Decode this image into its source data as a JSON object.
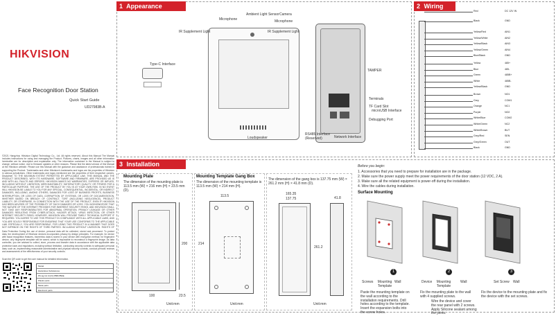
{
  "cover": {
    "brand": "HIKVISION",
    "title": "Face Recognition Door Station",
    "subtitle": "Quick Start Guide",
    "doc_id": "UD27983B-A",
    "legal_text": "©2021 Hangzhou Hikvision Digital Technology Co., Ltd. All rights reserved. About this Manual The Manual includes instructions for using and managing the Product. Pictures, charts, images and all other information hereinafter are for description and explanation only. The information contained in the Manual is subject to change, without notice, due to firmware updates or other reasons. Please find the latest version of this Manual at the Hikvision website. Please use this Manual with the guidance and assistance of professionals trained in supporting the Product. Trademarks and other Hikvision's trademarks and logos are the properties of Hikvision in various jurisdictions. Other trademarks and logos mentioned are the properties of their respective owners. Disclaimer TO THE MAXIMUM EXTENT PERMITTED BY APPLICABLE LAW, THIS MANUAL AND THE PRODUCT DESCRIBED, WITH ITS HARDWARE, SOFTWARE AND FIRMWARE, ARE PROVIDED AS IS AND WITH ALL FAULTS AND ERRORS. HIKVISION MAKES NO WARRANTIES, EXPRESS OR IMPLIED, INCLUDING WITHOUT LIMITATION, MERCHANTABILITY, SATISFACTORY QUALITY, OR FITNESS FOR A PARTICULAR PURPOSE. THE USE OF THE PRODUCT BY YOU IS AT YOUR OWN RISK. IN NO EVENT WILL HIKVISION BE LIABLE TO YOU FOR ANY SPECIAL, CONSEQUENTIAL, INCIDENTAL, OR INDIRECT DAMAGES, INCLUDING, AMONG OTHERS, DAMAGES FOR LOSS OF BUSINESS PROFITS, BUSINESS INTERRUPTION, OR LOSS OF DATA, CORRUPTION OF SYSTEMS, OR LOSS OF DOCUMENTATION, WHETHER BASED ON BREACH OF CONTRACT, TORT (INCLUDING NEGLIGENCE), PRODUCT LIABILITY, OR OTHERWISE, IN CONNECTION WITH THE USE OF THE PRODUCT, EVEN IF HIKVISION HAS BEEN ADVISED OF THE POSSIBILITY OF SUCH DAMAGES OR LOSS. YOU ACKNOWLEDGE THAT THE NATURE OF THE INTERNET PROVIDES FOR INHERENT SECURITY RISKS, AND HIKVISION SHALL NOT TAKE ANY RESPONSIBILITIES FOR ABNORMAL OPERATION, PRIVACY LEAKAGE OR OTHER DAMAGES RESULTING FROM CYBER-ATTACK, HACKER ATTACK, VIRUS INFECTION, OR OTHER INTERNET SECURITY RISKS; HOWEVER, HIKVISION WILL PROVIDE TIMELY TECHNICAL SUPPORT IF REQUIRED. YOU AGREE TO USE THIS PRODUCT IN COMPLIANCE WITH ALL APPLICABLE LAWS, AND YOU ARE SOLELY RESPONSIBLE FOR ENSURING THAT YOUR USE CONFORMS TO THE APPLICABLE LAW. ESPECIALLY, YOU ARE RESPONSIBLE, FOR USING THIS PRODUCT IN A MANNER THAT DOES NOT INFRINGE ON THE RIGHTS OF THIRD PARTIES, INCLUDING WITHOUT LIMITATION, RIGHTS OF PUBLICITY, INTELLECTUAL PROPERTY RIGHTS, OR DATA PROTECTION AND OTHER PRIVACY RIGHTS. YOU SHALL NOT USE THIS PRODUCT FOR ANY PROHIBITED END-USES, INCLUDING THE DEVELOPMENT OR PRODUCTION OF WEAPONS OF MASS DESTRUCTION, THE DEVELOPMENT OR PRODUCTION OF CHEMICAL OR BIOLOGICAL WEAPONS, ANY ACTIVITIES IN THE CONTEXT RELATED TO ANY NUCLEAR EXPLOSIVE OR UNSAFE NUCLEAR FUEL-CYCLE, OR IN SUPPORT OF HUMAN RIGHTS ABUSES. IN THE EVENT OF ANY CONFLICTS BETWEEN THIS MANUAL AND THE APPLICABLE LAW, THE LATER PREVAILS.",
    "data_protection": "Data Protection During the use of device, personal data will be collected, stored and processed. To protect data, the development of Hikvision devices incorporates privacy by design principles. For example, for device with facial recognition features, biometrics data is stored in your device with encryption method; for fingerprint device, only fingerprint template will be saved, which is impossible to reconstruct a fingerprint image. As data controller, you are advised to collect, store, process and transfer data in accordance with the applicable data protection laws and regulations, including without limitation, conducting security controls to safeguard personal data, such as, implementing reasonable administrative and physical security controls, conduct periodic reviews and assessments of the effectiveness of your security controls.",
    "scan_text": "Scan the QR code to get the user manual for detailed information.",
    "table_rows": [
      "Model",
      "Hazardous Substances",
      "Pb Hg Cd Cr(VI) PBB PBDE",
      "Plastic parts",
      "Metal parts",
      "Electronic parts"
    ]
  },
  "appearance": {
    "header_num": "1",
    "header": "Appearance",
    "labels": {
      "microphone": "Microphone",
      "ambient": "Ambient Light Sensor",
      "camera": "Camera",
      "microphone2": "Microphone",
      "ir_left": "IR Supplement Light",
      "ir_right": "IR Supplement Light",
      "type_c": "Type-C Interface",
      "tamper": "TAMPER",
      "terminals": "Terminals",
      "tf_card": "TF Card Slot",
      "micro_usb": "microUSB Interface",
      "debug_port": "Debugging Port",
      "rs485": "RS485 Interface (Reserved)",
      "network": "Network Interface",
      "loudspeaker": "Loudspeaker"
    }
  },
  "wiring": {
    "header_num": "2",
    "header": "Wiring",
    "power": [
      {
        "color": "Red",
        "signal": "DC 12V IN"
      },
      {
        "color": "Black",
        "signal": "GND"
      }
    ],
    "groups": [
      [
        {
          "color": "Yellow/Red",
          "signal": "AIN1"
        },
        {
          "color": "Yellow/White",
          "signal": "AIN2"
        },
        {
          "color": "Yellow/Black",
          "signal": "AIN3"
        },
        {
          "color": "Yellow/Green",
          "signal": "AIN4"
        },
        {
          "color": "Blue/Black",
          "signal": "GND"
        }
      ],
      [
        {
          "color": "Yellow",
          "signal": "485+"
        },
        {
          "color": "Blue",
          "signal": "485-"
        },
        {
          "color": "Green",
          "signal": "485B+"
        },
        {
          "color": "White",
          "signal": "485B-"
        },
        {
          "color": "Yellow/Black",
          "signal": "GND"
        }
      ],
      [
        {
          "color": "Brown",
          "signal": "NO1"
        },
        {
          "color": "Grey",
          "signal": "COM1"
        },
        {
          "color": "Orange",
          "signal": "NC1"
        },
        {
          "color": "Purple",
          "signal": "NO2"
        },
        {
          "color": "White/Blue",
          "signal": "COM2"
        },
        {
          "color": "White/Green",
          "signal": "NC2"
        },
        {
          "color": "White/Brown",
          "signal": "BUT"
        },
        {
          "color": "Grey/Red",
          "signal": "SEN"
        },
        {
          "color": "Grey/Green",
          "signal": "OUT"
        },
        {
          "color": "Black",
          "signal": "GND"
        }
      ]
    ]
  },
  "installation": {
    "header_num": "3",
    "header": "Installation",
    "plate": {
      "title": "Mounting Plate",
      "desc": "The dimension of the mounting plate is 113.5 mm (W) × 216 mm (H) × 23.5 mm (D).",
      "dim_h": "200",
      "dim_w": "100",
      "dim_d": "23.5",
      "unit": "Unit:mm"
    },
    "template": {
      "title": "Mounting Template Gang Box",
      "desc": "The dimension of the mounting template is 113.5 mm (W) × 214 mm (H).",
      "dim_w": "113.5",
      "dim_h": "214",
      "unit": "Unit:mm"
    },
    "gangbox": {
      "desc": "The dimension of the gang box is 137.75 mm (W) × 261.2 mm (H) × 41.8 mm (D).",
      "dim_w1": "165.35",
      "dim_w2": "137.75",
      "dim_d": "41.8",
      "dim_h": "261.2",
      "unit": "Unit:mm"
    },
    "before": {
      "title": "Before you begin:",
      "steps": [
        "1. Accessories that you need to prepare for installation are in the package.",
        "2. Make sure the power supply meet the power requirements of the door station (12 VDC, 2 A).",
        "3. Make sure all the related equipment is power-off during the installation.",
        "4. Wire the cables during installation."
      ]
    },
    "surface": {
      "title": "Surface Mounting",
      "fig1": {
        "num": "1",
        "screws": "Screws",
        "template": "Mounting Template",
        "wall": "Wall"
      },
      "fig2": {
        "num": "2",
        "device": "Device",
        "template": "Mounting Template",
        "wall": "Wall"
      },
      "fig3": {
        "num": "3",
        "set_screw": "Set Screw",
        "wall": "Wall"
      },
      "step1": "Paste the mounting template on the wall according to the installation requirements. Drill holes according to the template. Insert the expansion bolts into the screw holes.",
      "step2": "Fix the mounting plate to the wall with 4 supplied screws.",
      "step2b": "Wire the device and cover the rear panel with 2 screws. Apply Silicone sealant among the joints.",
      "step3": "Fix the device to the mounting plate and fix the device with the set screws."
    }
  }
}
